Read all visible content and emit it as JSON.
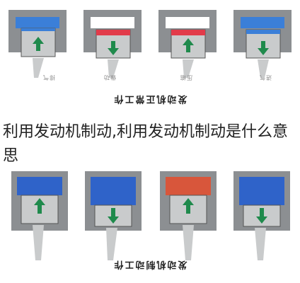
{
  "top_section": {
    "title": "发动机正常工作",
    "strokes": [
      {
        "label": "排气",
        "head_color": "#3b7fd8",
        "piston_color": "#3b7fd8",
        "arrow": "up"
      },
      {
        "label": "做功",
        "head_color": "#e23b4a",
        "piston_color": "#e23b4a",
        "arrow": "down"
      },
      {
        "label": "压缩",
        "head_color": "#e23b4a",
        "piston_color": "#e23b4a",
        "arrow": "up"
      },
      {
        "label": "进气",
        "head_color": "#3b7fd8",
        "piston_color": "#3b7fd8",
        "arrow": "down"
      }
    ]
  },
  "bottom_section": {
    "title": "发动机制动工作",
    "strokes": [
      {
        "arrow": "up",
        "chamber_color": "#2f63c9"
      },
      {
        "arrow": "down",
        "chamber_color": "#2f63c9"
      },
      {
        "arrow": "up",
        "chamber_color": "#d8563b"
      },
      {
        "arrow": "down",
        "chamber_color": "#2f63c9"
      }
    ]
  },
  "caption": "利用发动机制动,利用发动机制动是什么意思",
  "colors": {
    "cylinder_gray": "#8c8f92",
    "piston_light": "#c9cbcc",
    "arrow_green": "#1f8a4c"
  }
}
